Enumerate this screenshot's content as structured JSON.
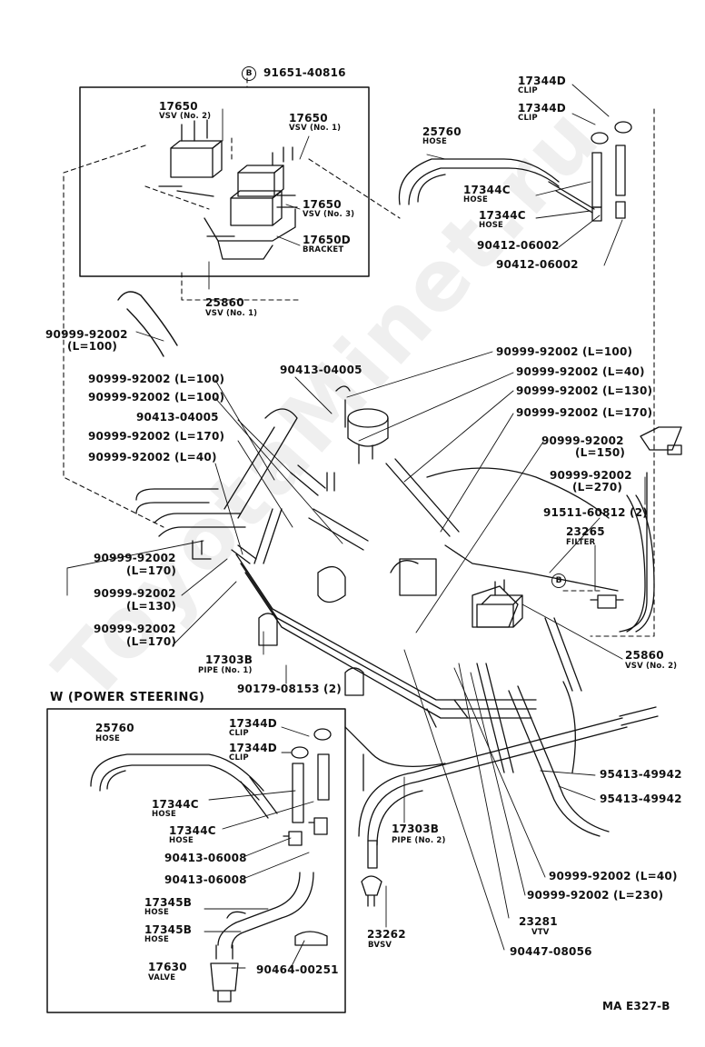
{
  "watermark": "ToyotaMinet.ru",
  "section_w_title": "W (POWER STEERING)",
  "diagram_code": "MA E327-B",
  "callouts": [
    {
      "id": "c91651",
      "code": "91651-40816",
      "sub": ""
    },
    {
      "id": "c17650a",
      "code": "17650",
      "sub": "VSV (No. 2)"
    },
    {
      "id": "c17650b",
      "code": "17650",
      "sub": "VSV (No. 1)"
    },
    {
      "id": "c17650c",
      "code": "17650",
      "sub": "VSV (No. 3)"
    },
    {
      "id": "c17650d",
      "code": "17650D",
      "sub": "BRACKET"
    },
    {
      "id": "c25860a",
      "code": "25860",
      "sub": "VSV (No. 1)"
    },
    {
      "id": "c90999a",
      "code": "90999-92002",
      "sub": "(L=100)"
    },
    {
      "id": "c25760a",
      "code": "25760",
      "sub": "HOSE"
    },
    {
      "id": "c17344Da",
      "code": "17344D",
      "sub": "CLIP"
    },
    {
      "id": "c17344Db",
      "code": "17344D",
      "sub": "CLIP"
    },
    {
      "id": "c17344Ca",
      "code": "17344C",
      "sub": "HOSE"
    },
    {
      "id": "c17344Cb",
      "code": "17344C",
      "sub": "HOSE"
    },
    {
      "id": "c90412a",
      "code": "90412-06002",
      "sub": ""
    },
    {
      "id": "c90412b",
      "code": "90412-06002",
      "sub": ""
    },
    {
      "id": "c90999b",
      "code": "90999-92002 (L=100)",
      "sub": ""
    },
    {
      "id": "c90413a",
      "code": "90413-04005",
      "sub": ""
    },
    {
      "id": "c90999c",
      "code": "90999-92002 (L=40)",
      "sub": ""
    },
    {
      "id": "c90999d",
      "code": "90999-92002 (L=100)",
      "sub": ""
    },
    {
      "id": "c90999e",
      "code": "90999-92002 (L=130)",
      "sub": ""
    },
    {
      "id": "c90999f",
      "code": "90999-92002 (L=100)",
      "sub": ""
    },
    {
      "id": "c90413b",
      "code": "90413-04005",
      "sub": ""
    },
    {
      "id": "c90999g",
      "code": "90999-92002 (L=170)",
      "sub": ""
    },
    {
      "id": "c90999h",
      "code": "90999-92002 (L=170)",
      "sub": ""
    },
    {
      "id": "c90999i",
      "code": "90999-92002 (L=40)",
      "sub": ""
    },
    {
      "id": "c90999j",
      "code": "90999-92002",
      "sub": "(L=150)"
    },
    {
      "id": "c90999k",
      "code": "90999-92002",
      "sub": "(L=270)"
    },
    {
      "id": "c91511",
      "code": "91511-60812 (2)",
      "sub": ""
    },
    {
      "id": "c23265",
      "code": "23265",
      "sub": "FILTER"
    },
    {
      "id": "c90999l",
      "code": "90999-92002",
      "sub": "(L=170)"
    },
    {
      "id": "c90999m",
      "code": "90999-92002",
      "sub": "(L=130)"
    },
    {
      "id": "c90999n",
      "code": "90999-92002",
      "sub": "(L=170)"
    },
    {
      "id": "c17303a",
      "code": "17303B",
      "sub": "PIPE (No. 1)"
    },
    {
      "id": "c90179",
      "code": "90179-08153 (2)",
      "sub": ""
    },
    {
      "id": "c25860b",
      "code": "25860",
      "sub": "VSV (No. 2)"
    },
    {
      "id": "c95413a",
      "code": "95413-49942",
      "sub": ""
    },
    {
      "id": "c95413b",
      "code": "95413-49942",
      "sub": ""
    },
    {
      "id": "c17303b",
      "code": "17303B",
      "sub": "PIPE (No. 2)"
    },
    {
      "id": "c90999o",
      "code": "90999-92002 (L=40)",
      "sub": ""
    },
    {
      "id": "c90999p",
      "code": "90999-92002 (L=230)",
      "sub": ""
    },
    {
      "id": "c23281",
      "code": "23281",
      "sub": "VTV"
    },
    {
      "id": "c23262",
      "code": "23262",
      "sub": "BVSV"
    },
    {
      "id": "c90447",
      "code": "90447-08056",
      "sub": ""
    },
    {
      "id": "cw25760",
      "code": "25760",
      "sub": "HOSE"
    },
    {
      "id": "cw17344Da",
      "code": "17344D",
      "sub": "CLIP"
    },
    {
      "id": "cw17344Db",
      "code": "17344D",
      "sub": "CLIP"
    },
    {
      "id": "cw17344Ca",
      "code": "17344C",
      "sub": "HOSE"
    },
    {
      "id": "cw17344Cb",
      "code": "17344C",
      "sub": "HOSE"
    },
    {
      "id": "cw90413a",
      "code": "90413-06008",
      "sub": ""
    },
    {
      "id": "cw90413b",
      "code": "90413-06008",
      "sub": ""
    },
    {
      "id": "cw17345a",
      "code": "17345B",
      "sub": "HOSE"
    },
    {
      "id": "cw17345b",
      "code": "17345B",
      "sub": "HOSE"
    },
    {
      "id": "cw17630",
      "code": "17630",
      "sub": "VALVE"
    },
    {
      "id": "cw90464",
      "code": "90464-00251",
      "sub": ""
    }
  ],
  "markers": {
    "b_symbol": "B"
  }
}
